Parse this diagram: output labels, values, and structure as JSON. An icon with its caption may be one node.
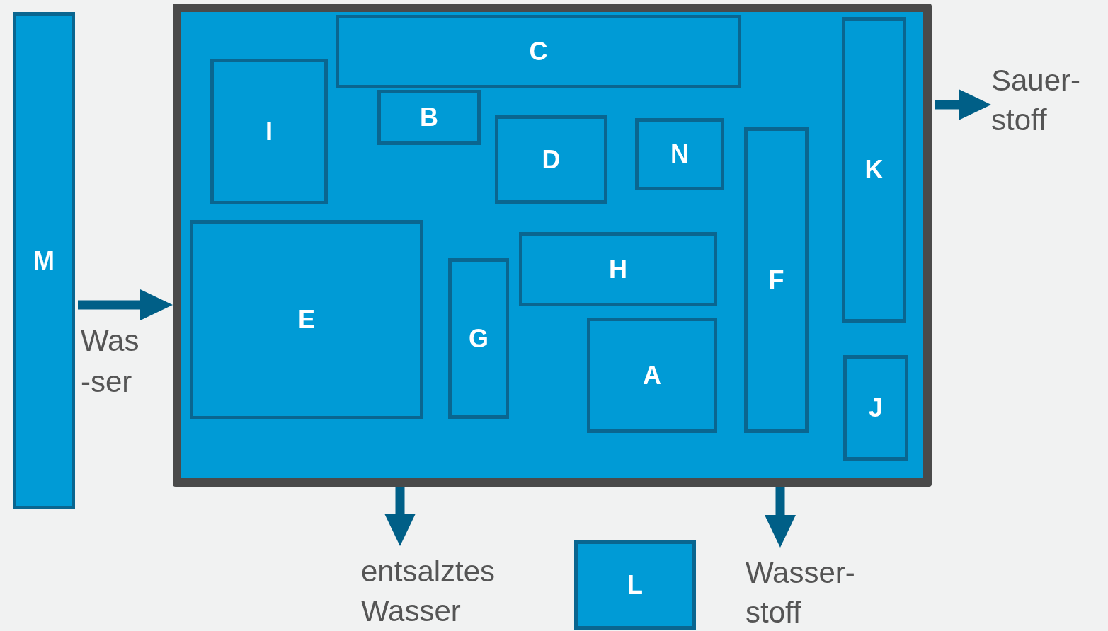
{
  "diagram": {
    "nodes": [
      {
        "text": [
          "M"
        ]
      },
      {
        "text": [],
        "shape": "box"
      },
      {
        "text": [
          "C"
        ],
        "in": 1
      },
      {
        "text": [
          "I"
        ],
        "in": 1
      },
      {
        "text": [
          "B"
        ],
        "in": 1
      },
      {
        "text": [
          "D"
        ],
        "in": 1
      },
      {
        "text": [
          "N"
        ],
        "in": 1
      },
      {
        "text": [
          "K"
        ],
        "in": 1
      },
      {
        "text": [
          "F"
        ],
        "in": 1
      },
      {
        "text": [
          "E"
        ],
        "in": 1
      },
      {
        "text": [
          "G"
        ],
        "in": 1
      },
      {
        "text": [
          "H"
        ],
        "in": 1
      },
      {
        "text": [
          "A"
        ],
        "in": 1
      },
      {
        "text": [
          "J"
        ],
        "in": 1
      },
      {
        "text": [
          "Sauer- stoff"
        ]
      },
      {
        "text": [
          "entsalztes Wasser"
        ]
      },
      {
        "text": [
          "L"
        ]
      },
      {
        "text": [
          "Wasser- stoff"
        ]
      }
    ],
    "edges": [
      {
        "from": 0,
        "to": 1,
        "arrow": "to",
        "label": "Was -ser"
      },
      {
        "from": 1,
        "to": 14,
        "arrow": "to"
      },
      {
        "from": 1,
        "to": 15,
        "arrow": "to"
      },
      {
        "from": 1,
        "to": 17,
        "arrow": "to"
      }
    ]
  }
}
